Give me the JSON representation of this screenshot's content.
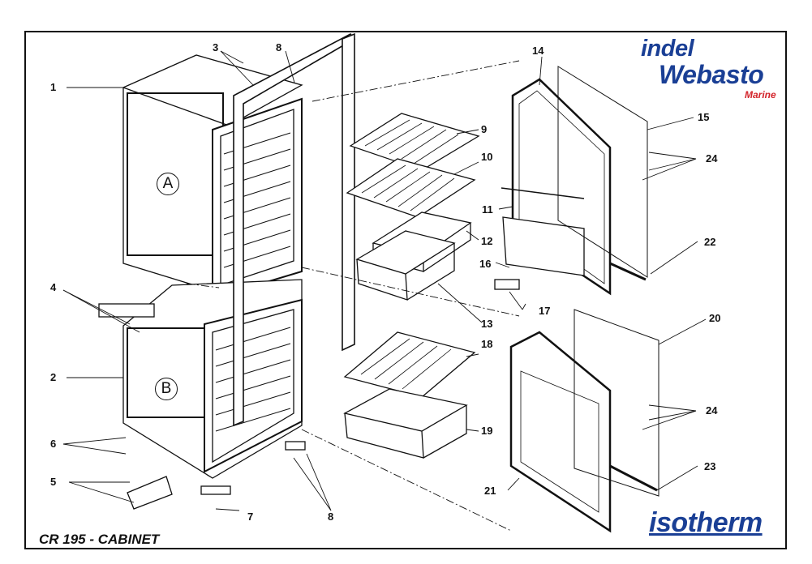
{
  "caption": "CR 195 - CABINET",
  "circle_labels": {
    "a": "A",
    "b": "B"
  },
  "part_numbers": {
    "n1": "1",
    "n2": "2",
    "n3": "3",
    "n4": "4",
    "n5": "5",
    "n6": "6",
    "n7": "7",
    "n8a": "8",
    "n8b": "8",
    "n9": "9",
    "n10": "10",
    "n11": "11",
    "n12": "12",
    "n13": "13",
    "n14": "14",
    "n15": "15",
    "n16": "16",
    "n17": "17",
    "n18": "18",
    "n19": "19",
    "n20": "20",
    "n21": "21",
    "n22": "22",
    "n23": "23",
    "n24a": "24",
    "n24b": "24"
  },
  "logos": {
    "indel": "indel",
    "webasto": "Webasto",
    "marine": "Marine",
    "isotherm": "isotherm"
  },
  "colors": {
    "brand_blue": "#1a3f95",
    "brand_red": "#d3232a",
    "line": "#111111"
  }
}
